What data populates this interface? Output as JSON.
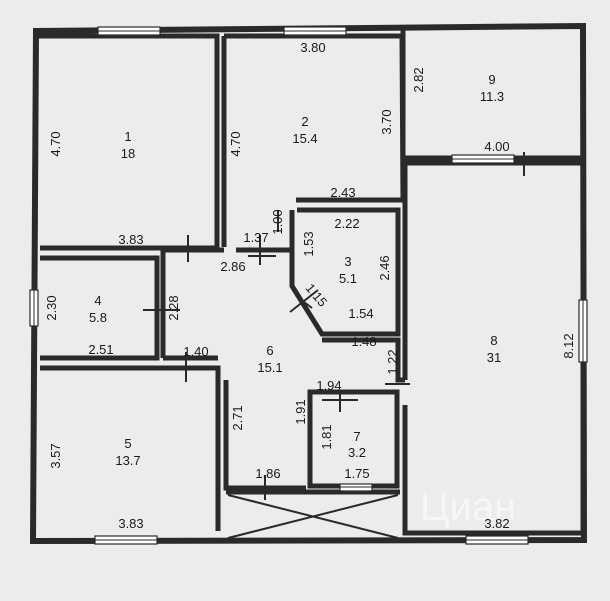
{
  "watermark": "Циан",
  "rooms": [
    {
      "id": "1",
      "number": "1",
      "area": "18"
    },
    {
      "id": "2",
      "number": "2",
      "area": "15.4"
    },
    {
      "id": "3",
      "number": "3",
      "area": "5.1"
    },
    {
      "id": "4",
      "number": "4",
      "area": "5.8"
    },
    {
      "id": "5",
      "number": "5",
      "area": "13.7"
    },
    {
      "id": "6",
      "number": "6",
      "area": "15.1"
    },
    {
      "id": "7",
      "number": "7",
      "area": "3.2"
    },
    {
      "id": "8",
      "number": "8",
      "area": "31"
    },
    {
      "id": "9",
      "number": "9",
      "area": "11.3"
    }
  ],
  "dimensions": {
    "r1_left": "4.70",
    "r1_bottom": "3.83",
    "r2_top": "3.80",
    "r2_left": "4.70",
    "r2_right": "3.70",
    "r2_bottom": "2.43",
    "r9_left": "2.82",
    "r9_bottom": "4.00",
    "r3_top": "2.22",
    "r3_left": "1.53",
    "r3_right": "2.46",
    "r3_bottom": "1.54",
    "r3_diag": "1.15",
    "hall_top": "2.86",
    "hall_door": "1.37",
    "hall_jog": "1.00",
    "hall_bottom": "1.48",
    "hall_right": "1.22",
    "r4_left": "2.30",
    "r4_right": "2.28",
    "r4_bottom": "2.51",
    "r5_top": "1.40",
    "r5_left": "3.57",
    "r5_bottom": "3.83",
    "r6_left": "2.71",
    "r6_bottom": "1.86",
    "r6_right": "1.91",
    "r7_top": "1.94",
    "r7_left": "1.81",
    "r7_bottom": "1.75",
    "r8_right": "8.12",
    "r8_bottom": "3.82"
  }
}
